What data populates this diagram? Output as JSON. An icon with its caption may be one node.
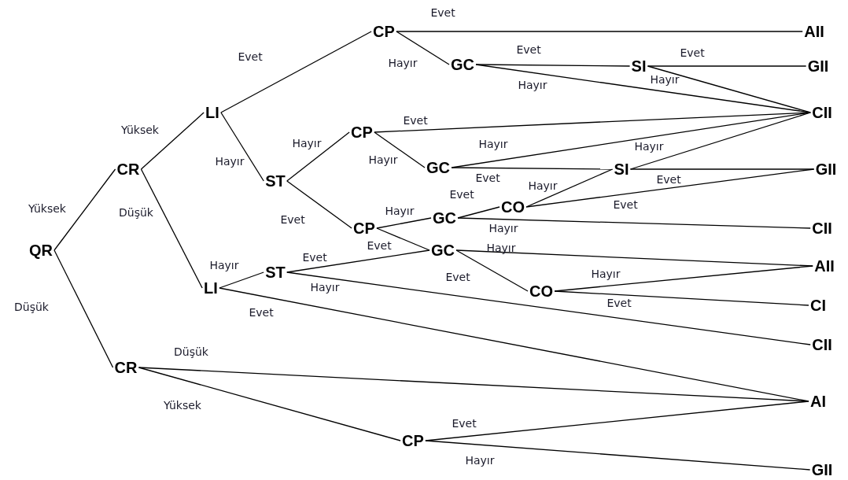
{
  "diagram": {
    "nodes": [
      {
        "text": [
          "QR"
        ]
      },
      {
        "text": [
          "CR"
        ]
      },
      {
        "text": [
          "LI"
        ]
      },
      {
        "text": [
          "CP"
        ]
      },
      {
        "text": [
          "GC"
        ]
      },
      {
        "text": [
          "SI"
        ]
      },
      {
        "text": [
          "ST"
        ]
      },
      {
        "text": [
          "CP"
        ]
      },
      {
        "text": [
          "GC"
        ]
      },
      {
        "text": [
          "SI"
        ]
      },
      {
        "text": [
          "CP"
        ]
      },
      {
        "text": [
          "GC"
        ]
      },
      {
        "text": [
          "CO"
        ]
      },
      {
        "text": [
          "GC"
        ]
      },
      {
        "text": [
          "CO"
        ]
      },
      {
        "text": [
          "ST"
        ]
      },
      {
        "text": [
          "LI"
        ]
      },
      {
        "text": [
          "CR"
        ]
      },
      {
        "text": [
          "CP"
        ]
      },
      {
        "text": [
          "AII"
        ]
      },
      {
        "text": [
          "GII"
        ]
      },
      {
        "text": [
          "CII"
        ]
      },
      {
        "text": [
          "GII"
        ]
      },
      {
        "text": [
          "CII"
        ]
      },
      {
        "text": [
          "AII"
        ]
      },
      {
        "text": [
          "CI"
        ]
      },
      {
        "text": [
          "CII"
        ]
      },
      {
        "text": [
          "AI"
        ]
      },
      {
        "text": [
          "GII"
        ]
      }
    ],
    "edges": [
      {
        "from": 0,
        "to": 1,
        "arrow": "none",
        "label": "Yüksek"
      },
      {
        "from": 0,
        "to": 17,
        "arrow": "none",
        "label": "Düşük"
      },
      {
        "from": 1,
        "to": 2,
        "arrow": "none",
        "label": "Yüksek"
      },
      {
        "from": 1,
        "to": 16,
        "arrow": "none",
        "label": "Düşük"
      },
      {
        "from": 2,
        "to": 3,
        "arrow": "none",
        "label": "Evet"
      },
      {
        "from": 2,
        "to": 6,
        "arrow": "none",
        "label": "Hayır"
      },
      {
        "from": 3,
        "to": 19,
        "arrow": "none",
        "label": "Evet"
      },
      {
        "from": 3,
        "to": 4,
        "arrow": "none",
        "label": "Hayır"
      },
      {
        "from": 4,
        "to": 5,
        "arrow": "none",
        "label": "Evet"
      },
      {
        "from": 4,
        "to": 21,
        "arrow": "none",
        "label": "Hayır"
      },
      {
        "from": 5,
        "to": 20,
        "arrow": "none",
        "label": "Evet"
      },
      {
        "from": 5,
        "to": 21,
        "arrow": "none",
        "label": "Hayır"
      },
      {
        "from": 6,
        "to": 7,
        "arrow": "none",
        "label": "Hayır"
      },
      {
        "from": 6,
        "to": 10,
        "arrow": "none",
        "label": "Evet"
      },
      {
        "from": 7,
        "to": 21,
        "arrow": "none",
        "label": "Evet"
      },
      {
        "from": 7,
        "to": 8,
        "arrow": "none",
        "label": "Hayır"
      },
      {
        "from": 8,
        "to": 9,
        "arrow": "none",
        "label": "Evet"
      },
      {
        "from": 8,
        "to": 21,
        "arrow": "none",
        "label": "Hayır"
      },
      {
        "from": 9,
        "to": 21,
        "arrow": "none",
        "label": "Hayır"
      },
      {
        "from": 9,
        "to": 22,
        "arrow": "none",
        "label": "Evet"
      },
      {
        "from": 12,
        "to": 9,
        "arrow": "none",
        "label": "Hayır"
      },
      {
        "from": 12,
        "to": 22,
        "arrow": "none",
        "label": "Evet"
      },
      {
        "from": 10,
        "to": 11,
        "arrow": "none",
        "label": "Hayır"
      },
      {
        "from": 10,
        "to": 13,
        "arrow": "none",
        "label": "Evet"
      },
      {
        "from": 11,
        "to": 12,
        "arrow": "none",
        "label": "Evet"
      },
      {
        "from": 11,
        "to": 23,
        "arrow": "none",
        "label": "Hayır"
      },
      {
        "from": 13,
        "to": 24,
        "arrow": "none",
        "label": "Hayır"
      },
      {
        "from": 13,
        "to": 14,
        "arrow": "none",
        "label": "Evet"
      },
      {
        "from": 14,
        "to": 24,
        "arrow": "none",
        "label": "Hayır"
      },
      {
        "from": 14,
        "to": 25,
        "arrow": "none",
        "label": "Evet"
      },
      {
        "from": 16,
        "to": 15,
        "arrow": "none",
        "label": "Hayır"
      },
      {
        "from": 15,
        "to": 13,
        "arrow": "none",
        "label": "Evet"
      },
      {
        "from": 15,
        "to": 26,
        "arrow": "none",
        "label": "Hayır"
      },
      {
        "from": 16,
        "to": 27,
        "arrow": "none",
        "label": "Evet"
      },
      {
        "from": 17,
        "to": 27,
        "arrow": "none",
        "label": "Düşük"
      },
      {
        "from": 17,
        "to": 18,
        "arrow": "none",
        "label": "Yüksek"
      },
      {
        "from": 18,
        "to": 27,
        "arrow": "none",
        "label": "Evet"
      },
      {
        "from": 18,
        "to": 28,
        "arrow": "none",
        "label": "Hayır"
      }
    ]
  }
}
